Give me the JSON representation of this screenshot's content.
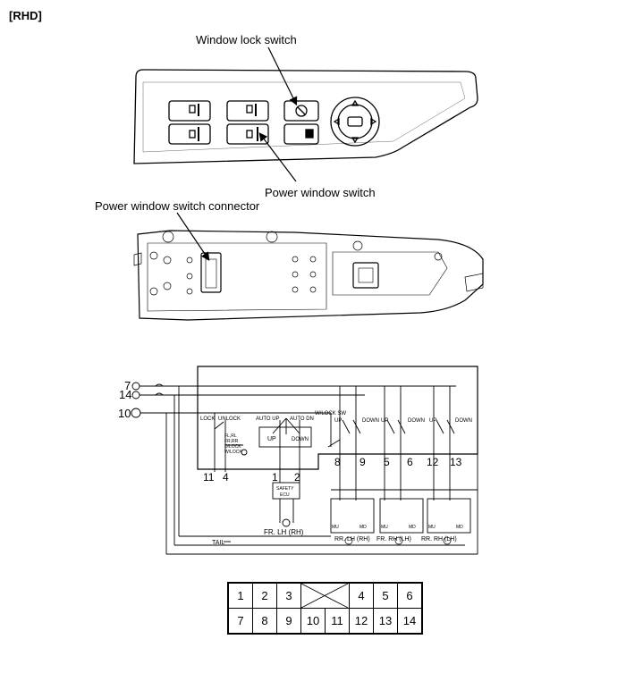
{
  "header": "[RHD]",
  "callouts": {
    "window_lock_switch": "Window lock switch",
    "power_window_switch": "Power window switch",
    "connector": "Power window switch connector"
  },
  "schematic": {
    "terminals_left": [
      "7",
      "14",
      "10"
    ],
    "lock_label": "LOCK",
    "unlock_label": "UNLOCK",
    "auto_up": "AUTO UP",
    "auto_dn": "AUTO DN",
    "up": "UP",
    "down": "DOWN",
    "wlock_sw": "W/LOCK SW",
    "ill_text": [
      "FL,RL",
      "FR,RR",
      "D/LOCK",
      "W/LOCK"
    ],
    "safety_ecu": [
      "SAFETY",
      "ECU"
    ],
    "tail": "TAIL",
    "pin_labels": {
      "p11": "11",
      "p4": "4",
      "p1": "1",
      "p2": "2",
      "p8": "8",
      "p9": "9",
      "p5": "5",
      "p6": "6",
      "p12": "12",
      "p13": "13"
    },
    "motor_labels": {
      "fr_lh": "FR. LH (RH)",
      "rr_lh": "RR. LH (RH)",
      "fr_rh": "FR. RH (LH)",
      "rr_rh": "RR. RH (LH)"
    },
    "mu": "MU",
    "md": "MD"
  },
  "connector_pins": {
    "row1": [
      "1",
      "2",
      "3",
      "4",
      "5",
      "6"
    ],
    "row2": [
      "7",
      "8",
      "9",
      "10",
      "11",
      "12",
      "13",
      "14"
    ]
  }
}
